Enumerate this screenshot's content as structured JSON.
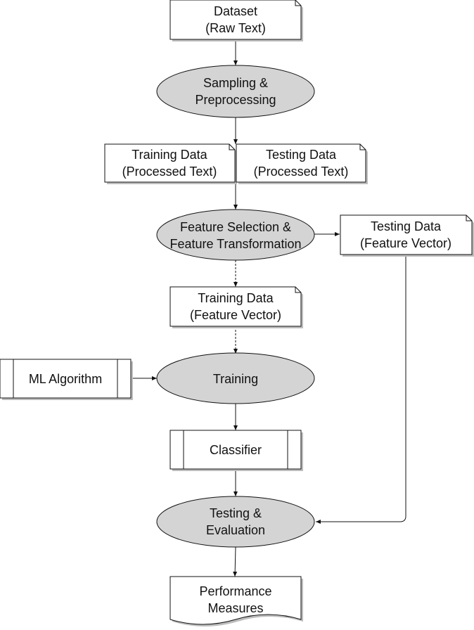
{
  "nodes": {
    "dataset": {
      "line1": "Dataset",
      "line2": "(Raw Text)"
    },
    "sampling": {
      "line1": "Sampling &",
      "line2": "Preprocessing"
    },
    "training_processed": {
      "line1": "Training Data",
      "line2": "(Processed Text)"
    },
    "testing_processed": {
      "line1": "Testing Data",
      "line2": "(Processed Text)"
    },
    "feature_sel": {
      "line1": "Feature Selection &",
      "line2": "Feature Transformation"
    },
    "testing_vector": {
      "line1": "Testing Data",
      "line2": "(Feature Vector)"
    },
    "training_vector": {
      "line1": "Training Data",
      "line2": "(Feature Vector)"
    },
    "ml_algorithm": {
      "label": "ML Algorithm"
    },
    "training": {
      "label": "Training"
    },
    "classifier": {
      "label": "Classifier"
    },
    "testing_eval": {
      "line1": "Testing &",
      "line2": "Evaluation"
    },
    "performance": {
      "line1": "Performance",
      "line2": "Measures"
    }
  },
  "colors": {
    "ellipse_fill": "#d4d4d4",
    "box_fill": "#ffffff",
    "stroke": "#111111",
    "shadow": "#bdbdbd"
  }
}
